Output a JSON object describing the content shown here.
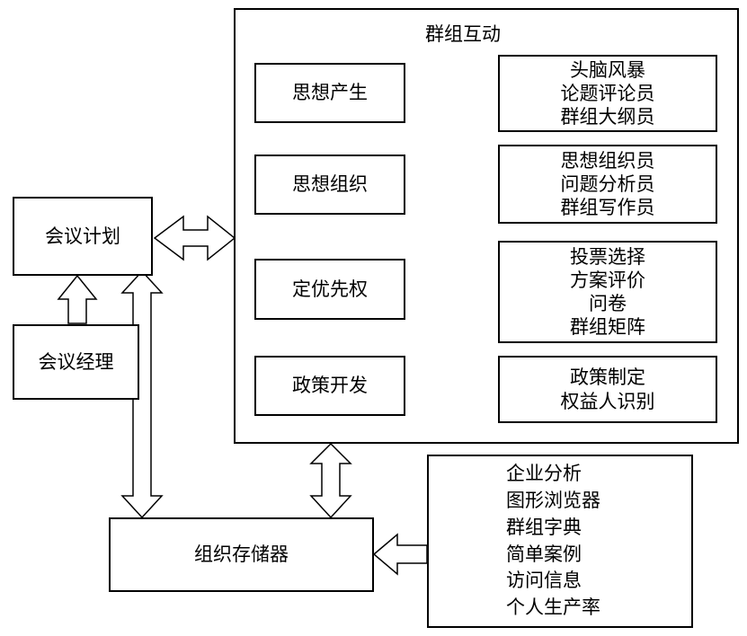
{
  "group_interaction": {
    "title": "群组互动"
  },
  "stages": [
    {
      "label": "思想产生",
      "tools": [
        "头脑风暴",
        "论题评论员",
        "群组大纲员"
      ]
    },
    {
      "label": "思想组织",
      "tools": [
        "思想组织员",
        "问题分析员",
        "群组写作员"
      ]
    },
    {
      "label": "定优先权",
      "tools": [
        "投票选择",
        "方案评价",
        "问卷",
        "群组矩阵"
      ]
    },
    {
      "label": "政策开发",
      "tools": [
        "政策制定",
        "权益人识别"
      ]
    }
  ],
  "meeting_plan": {
    "label": "会议计划"
  },
  "meeting_manager": {
    "label": "会议经理"
  },
  "org_memory": {
    "label": "组织存储器"
  },
  "memory_contents": [
    "企业分析",
    "图形浏览器",
    "群组字典",
    "简单案例",
    "访问信息",
    "个人生产率"
  ]
}
